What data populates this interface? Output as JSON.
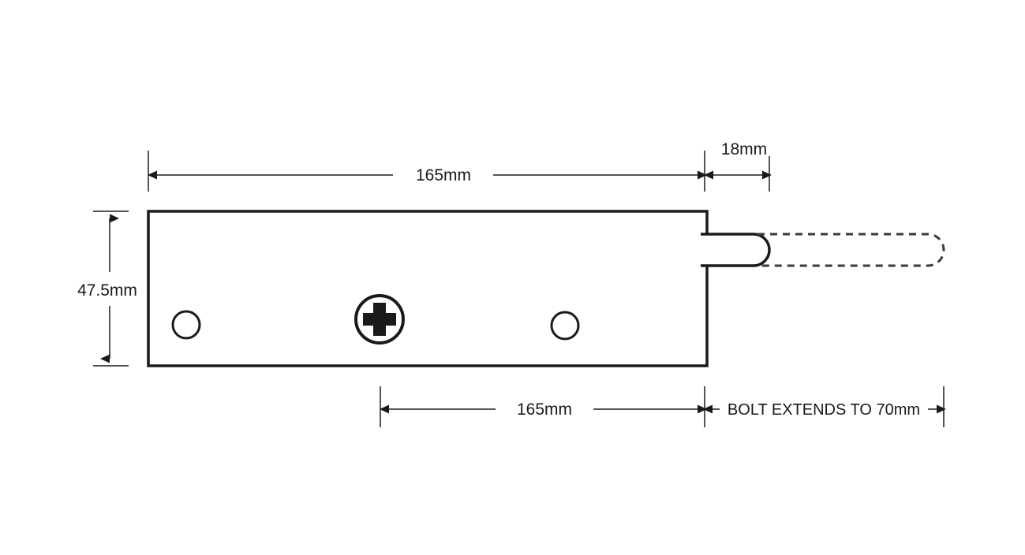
{
  "drawing": {
    "title": "Electric bolt lock dimensional drawing",
    "units": "mm",
    "background_color": "#ffffff",
    "line_color": "#1a1a1a",
    "dimension_line_color": "#555555",
    "dimensions": {
      "top_length": "165mm",
      "bolt_projection": "18mm",
      "height": "47.5mm",
      "bottom_length": "165mm",
      "bolt_extension_note": "BOLT EXTENDS TO 70mm"
    },
    "features": {
      "body_label": "lock-body",
      "bolt_label": "bolt-retracted",
      "bolt_extended_label": "bolt-extended-outline",
      "screw_label": "phillips-screw",
      "hole_left_label": "mounting-hole-left",
      "hole_right_label": "mounting-hole-right"
    }
  }
}
